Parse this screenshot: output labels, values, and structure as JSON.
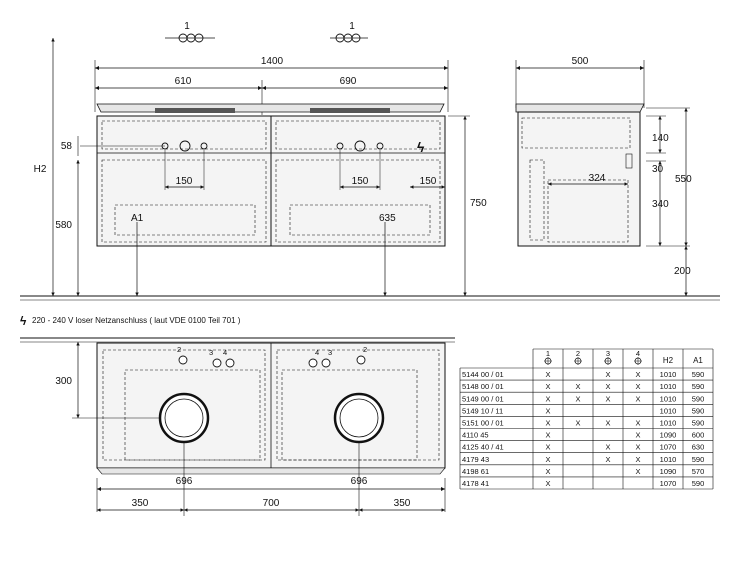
{
  "top_markers": [
    "1",
    "1"
  ],
  "front_view": {
    "overall_width": "1400",
    "left_basin_offset": "610",
    "right_basin_offset": "690",
    "drain_height": "58",
    "pipe_spacing_left": "150",
    "pipe_spacing_right": "150",
    "socket_spacing": "150",
    "h2_label": "H2",
    "h2_value": "580",
    "a1_label": "A1",
    "center_value": "635",
    "total_height": "750"
  },
  "side_view": {
    "depth": "500",
    "top_drawer": "140",
    "gap": "30",
    "inner_depth": "324",
    "lower_drawer": "340",
    "total_height": "550",
    "floor_clearance": "200"
  },
  "power_note": "220 - 240 V loser Netzanschluss ( laut VDE 0100 Teil 701 )",
  "plan_view": {
    "depth_offset": "300",
    "left_labels": [
      "2",
      "3",
      "4"
    ],
    "right_labels": [
      "4",
      "3",
      "2"
    ],
    "basin_left": "696",
    "basin_right": "696",
    "dim_left": "350",
    "dim_center": "700",
    "dim_right": "350"
  },
  "table": {
    "headers": [
      "1",
      "2",
      "3",
      "4",
      "H2",
      "A1"
    ],
    "rows": [
      {
        "code": "5144 00 / 01",
        "c1": "X",
        "c2": "",
        "c3": "X",
        "c4": "X",
        "h2": "1010",
        "a1": "590"
      },
      {
        "code": "5148 00 / 01",
        "c1": "X",
        "c2": "X",
        "c3": "X",
        "c4": "X",
        "h2": "1010",
        "a1": "590"
      },
      {
        "code": "5149 00 / 01",
        "c1": "X",
        "c2": "X",
        "c3": "X",
        "c4": "X",
        "h2": "1010",
        "a1": "590"
      },
      {
        "code": "5149 10 / 11",
        "c1": "X",
        "c2": "",
        "c3": "",
        "c4": "",
        "h2": "1010",
        "a1": "590"
      },
      {
        "code": "5151 00 / 01",
        "c1": "X",
        "c2": "X",
        "c3": "X",
        "c4": "X",
        "h2": "1010",
        "a1": "590"
      },
      {
        "code": "4110 45",
        "c1": "X",
        "c2": "",
        "c3": "",
        "c4": "X",
        "h2": "1090",
        "a1": "600"
      },
      {
        "code": "4125 40 / 41",
        "c1": "X",
        "c2": "",
        "c3": "X",
        "c4": "X",
        "h2": "1070",
        "a1": "630"
      },
      {
        "code": "4179 43",
        "c1": "X",
        "c2": "",
        "c3": "X",
        "c4": "X",
        "h2": "1010",
        "a1": "590"
      },
      {
        "code": "4198 61",
        "c1": "X",
        "c2": "",
        "c3": "",
        "c4": "X",
        "h2": "1090",
        "a1": "570"
      },
      {
        "code": "4178 41",
        "c1": "X",
        "c2": "",
        "c3": "",
        "c4": "",
        "h2": "1070",
        "a1": "590"
      }
    ]
  }
}
